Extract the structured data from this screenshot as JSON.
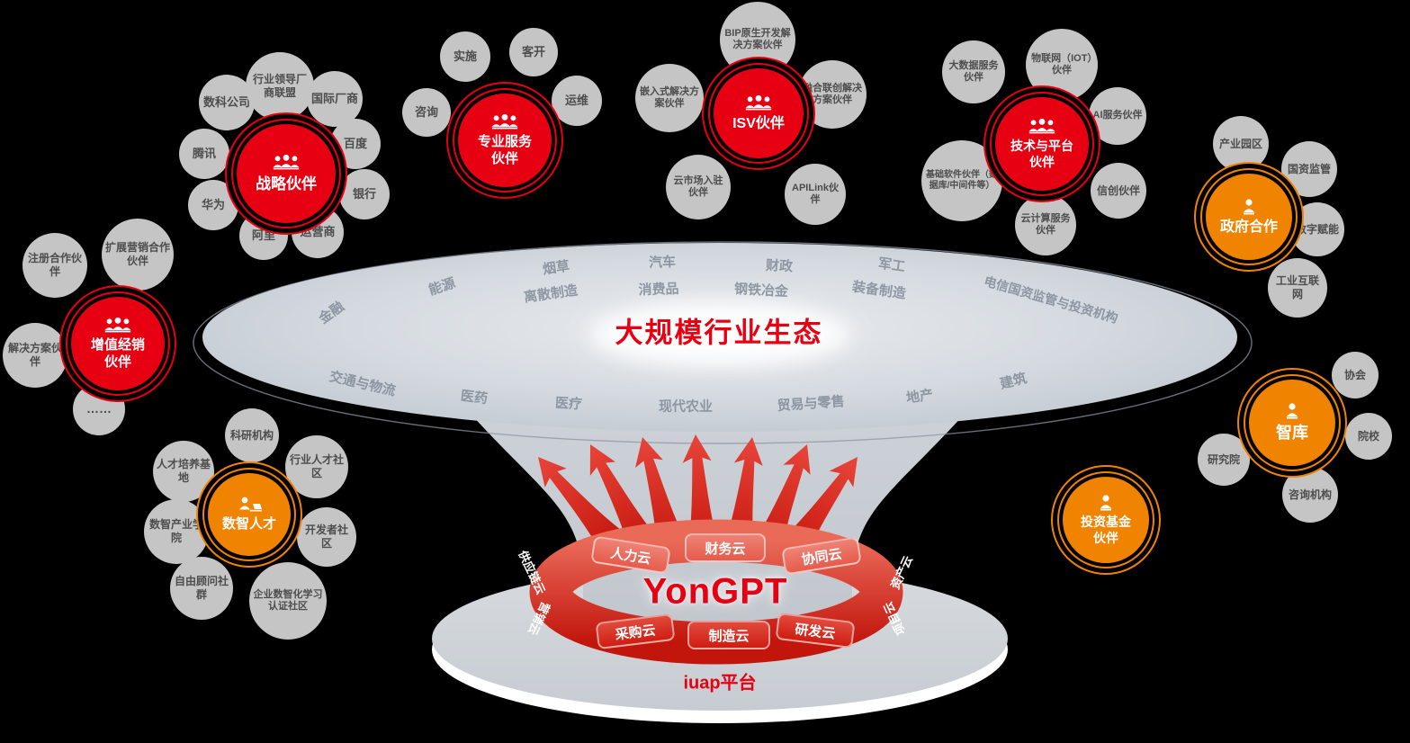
{
  "title": "大规模行业生态",
  "platform": {
    "name": "YonGPT",
    "base": "iuap平台"
  },
  "colors": {
    "red": "#e60012",
    "orange": "#f08300",
    "satellite_gray": "#c5c5c5",
    "disc_gray": "#c9ced4"
  },
  "clusters": [
    {
      "id": "strategic",
      "label": "战略伙伴",
      "color": "red",
      "icon": "people-icon",
      "satellites": [
        "腾讯",
        "数科公司",
        "行业领导厂商联盟",
        "国际厂商",
        "百度",
        "银行",
        "运营商",
        "阿里",
        "华为"
      ]
    },
    {
      "id": "professional-services",
      "label": "专业服务伙伴",
      "color": "red",
      "icon": "people-icon",
      "satellites": [
        "咨询",
        "实施",
        "客开",
        "运维"
      ]
    },
    {
      "id": "isv",
      "label": "ISV伙伴",
      "color": "red",
      "icon": "people-icon",
      "satellites": [
        "BIP原生开发解决方案伙伴",
        "融合联创解决方案伙伴",
        "APILink伙伴",
        "云市场入驻伙伴",
        "嵌入式解决方案伙伴"
      ]
    },
    {
      "id": "tech-platform",
      "label": "技术与平台伙伴",
      "color": "red",
      "icon": "people-icon",
      "satellites": [
        "大数据服务伙伴",
        "物联网（IOT）伙伴",
        "AI服务伙伴",
        "信创伙伴",
        "云计算服务伙伴",
        "基础软件伙伴（数据库/中间件等）"
      ]
    },
    {
      "id": "government",
      "label": "政府合作",
      "color": "orange",
      "icon": "person-icon",
      "satellites": [
        "产业园区",
        "国资监管",
        "数字赋能",
        "工业互联网"
      ]
    },
    {
      "id": "think-tank",
      "label": "智库",
      "color": "orange",
      "icon": "person-icon",
      "satellites": [
        "协会",
        "院校",
        "咨询机构",
        "研究院"
      ]
    },
    {
      "id": "investment-fund",
      "label": "投资基金伙伴",
      "color": "orange",
      "icon": "person-icon",
      "satellites": []
    },
    {
      "id": "value-added-reseller",
      "label": "增值经销伙伴",
      "color": "red",
      "icon": "people-icon",
      "satellites": [
        "注册合作伙伴",
        "扩展营销合作伙伴",
        "解决方案伙伴",
        "……"
      ]
    },
    {
      "id": "digital-talent",
      "label": "数智人才",
      "color": "orange",
      "icon": "person-laptop-icon",
      "satellites": [
        "科研机构",
        "行业人才社区",
        "开发者社区",
        "企业数智化学习认证社区",
        "自由顾问社群",
        "数智产业学院",
        "人才培养基地"
      ]
    }
  ],
  "industries": {
    "top": [
      "金融",
      "能源",
      "烟草",
      "离散制造",
      "汽车",
      "消费品",
      "财政",
      "钢铁冶金",
      "军工",
      "装备制造",
      "电信国资监管与投资机构"
    ],
    "bottom": [
      "交通与物流",
      "医药",
      "医疗",
      "现代农业",
      "贸易与零售",
      "地产",
      "建筑"
    ]
  },
  "clouds": {
    "top": [
      "人力云",
      "财务云",
      "协同云"
    ],
    "bottom": [
      "采购云",
      "制造云",
      "研发云"
    ],
    "left": [
      "供应链云",
      "营销云"
    ],
    "right": [
      "资产云",
      "项目云"
    ]
  }
}
